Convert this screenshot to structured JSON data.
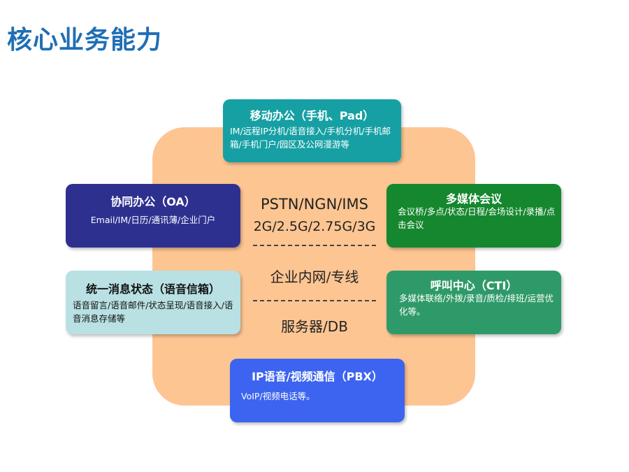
{
  "title": "核心业务能力",
  "core": {
    "line1": "PSTN/NGN/IMS",
    "line2": "2G/2.5G/2.75G/3G",
    "line3": "企业内网/专线",
    "line4": "服务器/DB"
  },
  "boxes": {
    "mobile": {
      "title": "移动办公（手机、Pad）",
      "desc": "IM/远程IP分机/语音接入/手机分机/手机邮箱/手机门户/园区及公网漫游等"
    },
    "oa": {
      "title": "协同办公（OA）",
      "desc": "Email/IM/日历/通讯薄/企业门户"
    },
    "multimedia": {
      "title": "多媒体会议",
      "desc": "会议桥/多点/状态/日程/会场设计/录播/点击会议"
    },
    "unified": {
      "title": "统一消息状态（语音信箱）",
      "desc": "语音留言/语音邮件/状态呈现/语音接入/语音消息存储等"
    },
    "cti": {
      "title": "呼叫中心（CTI）",
      "desc": "多媒体联络/外拨/录音/质检/排班/运营优化等。"
    },
    "pbx": {
      "title": "IP语音/视频通信（PBX）",
      "desc": "VoIP/视频电话等。"
    }
  },
  "colors": {
    "title": "#1f6fb5",
    "core": "#fdc592",
    "mobile": "#16a0a4",
    "oa": "#2e3090",
    "multimedia": "#15872e",
    "unified": "#b9e1e3",
    "cti": "#2f9a69",
    "pbx": "#3c64f0"
  }
}
